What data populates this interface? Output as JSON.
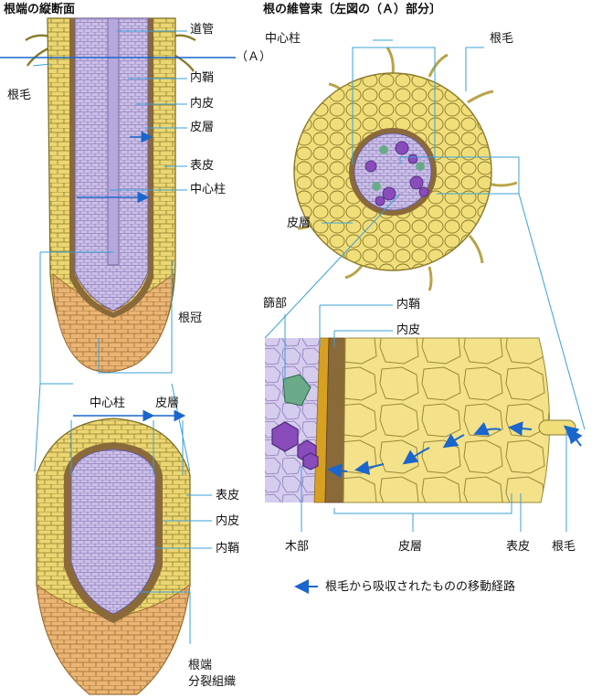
{
  "titles": {
    "left": "根端の縦断面",
    "right": "根の維管束〔左図の（Ａ）部分〕"
  },
  "labels": {
    "duct": "道管",
    "section_a": "（Ａ）",
    "root_hair_left": "根毛",
    "pericycle_top": "内鞘",
    "endodermis_top": "内皮",
    "cortex_top": "皮層",
    "epidermis_top": "表皮",
    "stele_top": "中心柱",
    "root_cap": "根冠",
    "stele_mid": "中心柱",
    "cortex_mid": "皮層",
    "epidermis_bottom": "表皮",
    "endodermis_bottom": "内皮",
    "pericycle_bottom": "内鞘",
    "meristem_line1": "根端",
    "meristem_line2": "分裂組織",
    "stele_right": "中心柱",
    "root_hair_right": "根毛",
    "cortex_right": "皮層",
    "phloem": "篩部",
    "pericycle_right": "内鞘",
    "endodermis_right": "内皮",
    "xylem": "木部",
    "cortex_bottom": "皮層",
    "epidermis_right": "表皮",
    "root_hair_bottom": "根毛"
  },
  "legend": {
    "text": "根毛から吸収されたものの移動経路"
  },
  "colors": {
    "epidermis": "#e8d36a",
    "cortex": "#f0de7a",
    "cell_line": "#8a7a2a",
    "endodermis": "#8b6a3a",
    "stele": "#c9bde6",
    "stele_line": "#7a6aa8",
    "xylem": "#a070c8",
    "phloem_green": "#6aaa88",
    "root_cap": "#e8b070",
    "arrow": "#1a66cc",
    "leader": "#3aa0d8"
  }
}
